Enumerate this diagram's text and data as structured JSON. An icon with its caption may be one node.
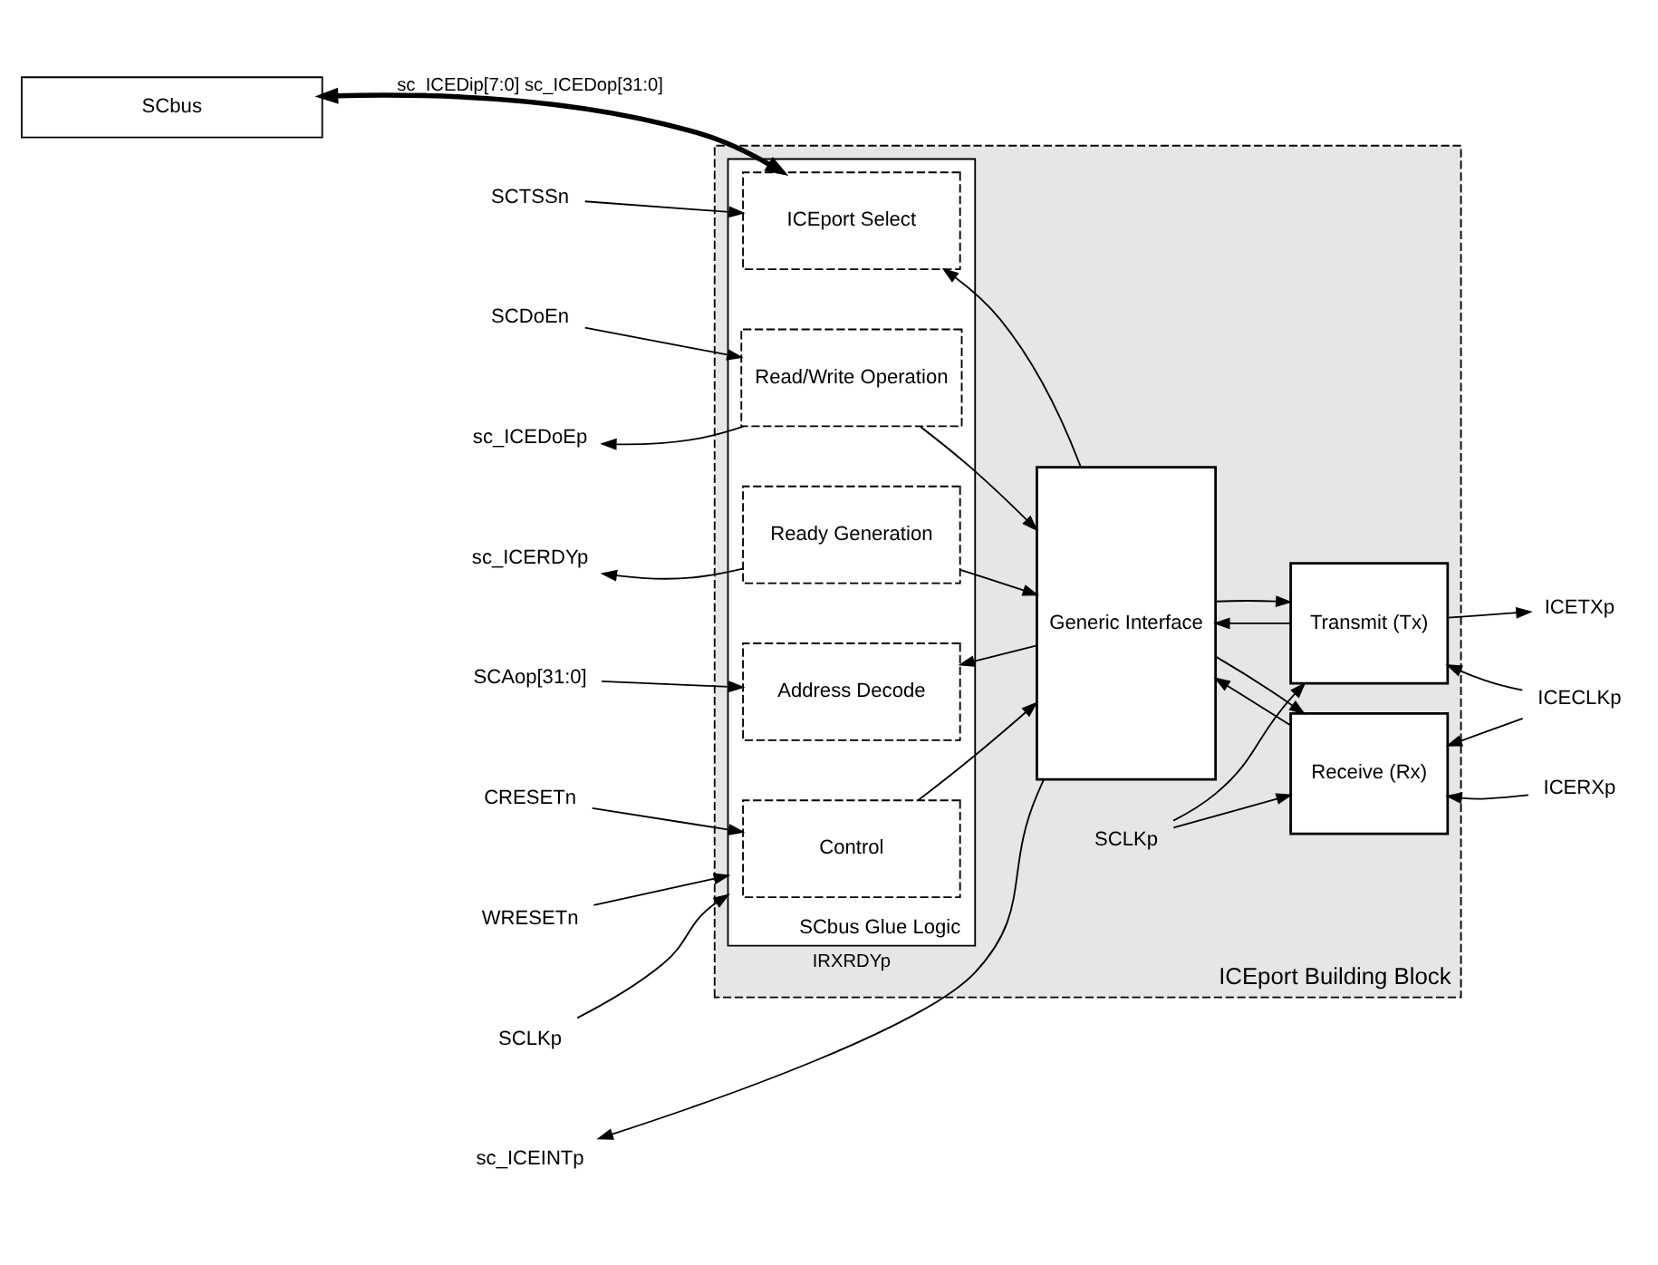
{
  "diagram": {
    "nodes": [
      {
        "text": [
          "SCbus"
        ]
      },
      {
        "text": [
          "ICEport Building Block"
        ]
      },
      {
        "text": [
          "SCbus Glue Logic"
        ],
        "in": 1
      },
      {
        "text": [
          "ICEport Select"
        ],
        "in": 2
      },
      {
        "text": [
          "Read/Write Operation"
        ],
        "in": 2
      },
      {
        "text": [
          "Ready Generation"
        ],
        "in": 2
      },
      {
        "text": [
          "Address Decode"
        ],
        "in": 2
      },
      {
        "text": [
          "Control"
        ],
        "in": 2
      },
      {
        "text": [
          "Generic Interface"
        ],
        "in": 1
      },
      {
        "text": [
          "Receive (Rx)"
        ],
        "in": 1
      },
      {
        "text": [
          "Transmit (Tx)"
        ],
        "in": 1
      },
      {
        "text": [
          "SCLKp"
        ],
        "in": 1
      },
      {
        "text": [
          "SCTSSn"
        ]
      },
      {
        "text": [
          "SCDoEn"
        ]
      },
      {
        "text": [
          "sc_ICEDoEp"
        ]
      },
      {
        "text": [
          "sc_ICERDYp"
        ]
      },
      {
        "text": [
          "SCAop[31:0]"
        ]
      },
      {
        "text": [
          "CRESETn"
        ]
      },
      {
        "text": [
          "WRESETn"
        ]
      },
      {
        "text": [
          "SCLKp"
        ]
      },
      {
        "text": [
          "sc_ICEINTp"
        ]
      },
      {
        "text": [
          "ICERXp"
        ]
      },
      {
        "text": [
          "ICECLKp"
        ]
      },
      {
        "text": [
          "ICETXp"
        ]
      }
    ],
    "edges": [
      {
        "from": 0,
        "to": 3,
        "arrow": "both",
        "label": "sc_ICEDip[7:0] sc_ICEDop[31:0]",
        "style": "thick"
      },
      {
        "from": 12,
        "to": 3,
        "arrow": "to"
      },
      {
        "from": 13,
        "to": 4,
        "arrow": "to"
      },
      {
        "from": 4,
        "to": 14,
        "arrow": "to"
      },
      {
        "from": 5,
        "to": 15,
        "arrow": "to"
      },
      {
        "from": 16,
        "to": 6,
        "arrow": "to"
      },
      {
        "from": 17,
        "to": 7,
        "arrow": "to"
      },
      {
        "from": 18,
        "to": 2,
        "arrow": "to"
      },
      {
        "from": 19,
        "to": 2,
        "arrow": "to"
      },
      {
        "from": 8,
        "to": 3,
        "arrow": "to"
      },
      {
        "from": 4,
        "to": 8,
        "arrow": "to"
      },
      {
        "from": 5,
        "to": 8,
        "arrow": "to"
      },
      {
        "from": 8,
        "to": 6,
        "arrow": "to"
      },
      {
        "from": 7,
        "to": 8,
        "arrow": "to"
      },
      {
        "from": 9,
        "to": 8,
        "arrow": "to"
      },
      {
        "from": 8,
        "to": 9,
        "arrow": "to"
      },
      {
        "from": 10,
        "to": 8,
        "arrow": "to"
      },
      {
        "from": 8,
        "to": 10,
        "arrow": "to"
      },
      {
        "from": 8,
        "to": 20,
        "arrow": "to",
        "label": "IRXRDYp"
      },
      {
        "from": 11,
        "to": 9,
        "arrow": "to"
      },
      {
        "from": 11,
        "to": 10,
        "arrow": "to"
      },
      {
        "from": 21,
        "to": 9,
        "arrow": "to"
      },
      {
        "from": 22,
        "to": 9,
        "arrow": "to"
      },
      {
        "from": 22,
        "to": 10,
        "arrow": "to"
      },
      {
        "from": 10,
        "to": 23,
        "arrow": "to"
      }
    ]
  }
}
